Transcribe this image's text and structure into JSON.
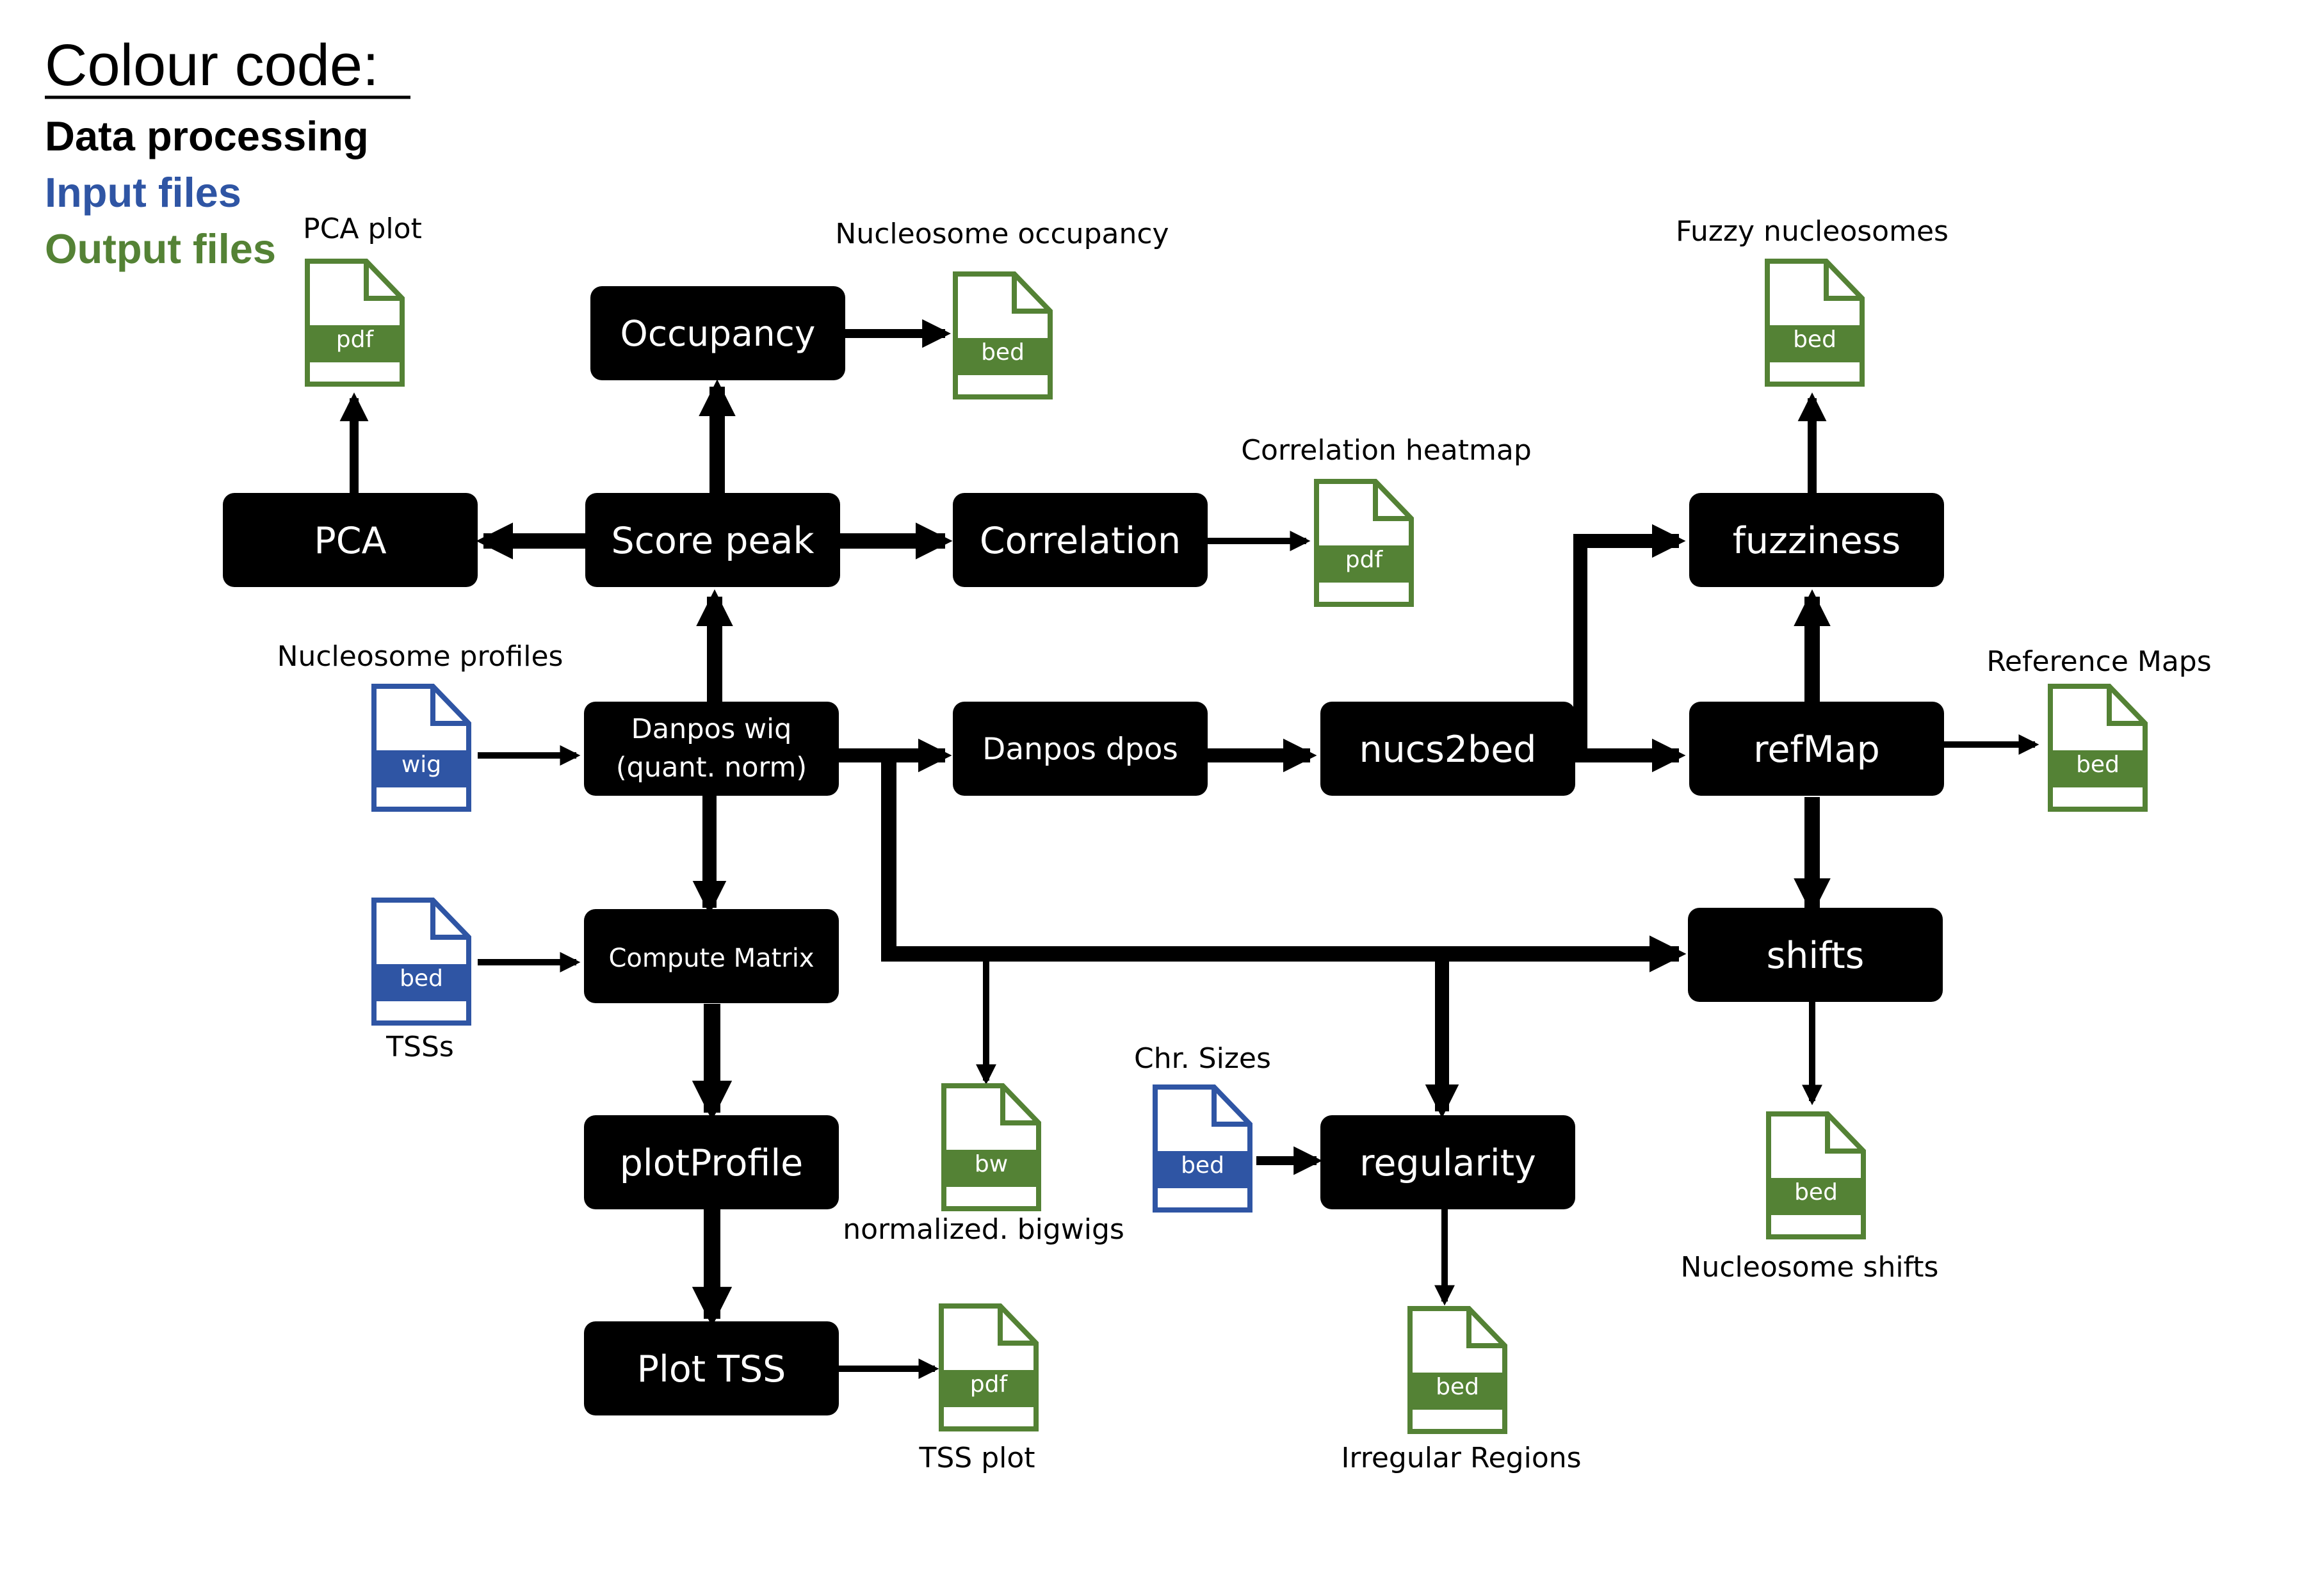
{
  "legend": {
    "title": "Colour code:",
    "processing": "Data processing",
    "inputs": "Input files",
    "outputs": "Output files"
  },
  "colors": {
    "process": "#000000",
    "process_text": "#ffffff",
    "input": "#2f55a4",
    "output": "#548235"
  },
  "nodes": {
    "occupancy": "Occupancy",
    "pca": "PCA",
    "score_peak": "Score peak",
    "correlation": "Correlation",
    "danpos_wiq_line1": "Danpos wiq",
    "danpos_wiq_line2": "(quant. norm)",
    "danpos_dpos": "Danpos dpos",
    "nucs2bed": "nucs2bed",
    "fuzziness": "fuzziness",
    "refmap": "refMap",
    "shifts": "shifts",
    "compute_matrix": "Compute Matrix",
    "plot_profile": "plotProfile",
    "plot_tss": "Plot TSS",
    "regularity": "regularity"
  },
  "files": {
    "pca_plot": {
      "ext": "pdf",
      "label": "PCA plot",
      "kind": "output"
    },
    "nucleosome_occupancy": {
      "ext": "bed",
      "label": "Nucleosome occupancy",
      "kind": "output"
    },
    "correlation_heatmap": {
      "ext": "pdf",
      "label": "Correlation heatmap",
      "kind": "output"
    },
    "fuzzy_nucleosomes": {
      "ext": "bed",
      "label": "Fuzzy nucleosomes",
      "kind": "output"
    },
    "reference_maps": {
      "ext": "bed",
      "label": "Reference Maps",
      "kind": "output"
    },
    "nucleosome_profiles": {
      "ext": "wig",
      "label": "Nucleosome profiles",
      "kind": "input"
    },
    "tsss": {
      "ext": "bed",
      "label": "TSSs",
      "kind": "input"
    },
    "normalized_bigwigs": {
      "ext": "bw",
      "label": "normalized. bigwigs",
      "kind": "output"
    },
    "chr_sizes": {
      "ext": "bed",
      "label": "Chr. Sizes",
      "kind": "input"
    },
    "nucleosome_shifts": {
      "ext": "bed",
      "label": "Nucleosome shifts",
      "kind": "output"
    },
    "tss_plot": {
      "ext": "pdf",
      "label": "TSS plot",
      "kind": "output"
    },
    "irregular_regions": {
      "ext": "bed",
      "label": "Irregular Regions",
      "kind": "output"
    }
  }
}
